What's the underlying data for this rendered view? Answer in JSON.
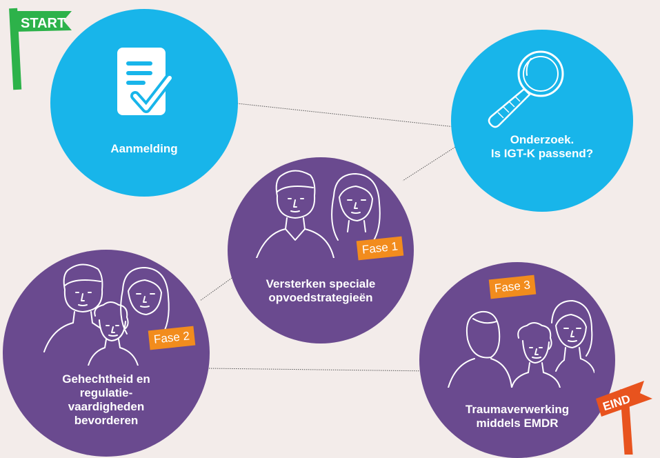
{
  "colors": {
    "background": "#f3ecea",
    "blue": "#18b5ea",
    "purple": "#6a4a8f",
    "orange": "#f28c1d",
    "start_flag": "#2db24a",
    "end_flag": "#e8531e"
  },
  "flags": {
    "start": "START",
    "end": "EIND"
  },
  "steps": [
    {
      "id": "aanmelding",
      "label": "Aanmelding",
      "icon": "document-check-icon"
    },
    {
      "id": "onderzoek",
      "label": "Onderzoek.\nIs IGT-K passend?",
      "icon": "magnifying-glass-icon"
    },
    {
      "id": "fase1",
      "label": "Versterken speciale\nopvoedstrategieën",
      "phase": "Fase 1",
      "icon": "parents-icon"
    },
    {
      "id": "fase2",
      "label": "Gehechtheid en\nregulatie-\nvaardigheden\nbevorderen",
      "phase": "Fase 2",
      "icon": "family-icon"
    },
    {
      "id": "fase3",
      "label": "Traumaverwerking\nmiddels EMDR",
      "phase": "Fase 3",
      "icon": "therapy-session-icon"
    }
  ]
}
